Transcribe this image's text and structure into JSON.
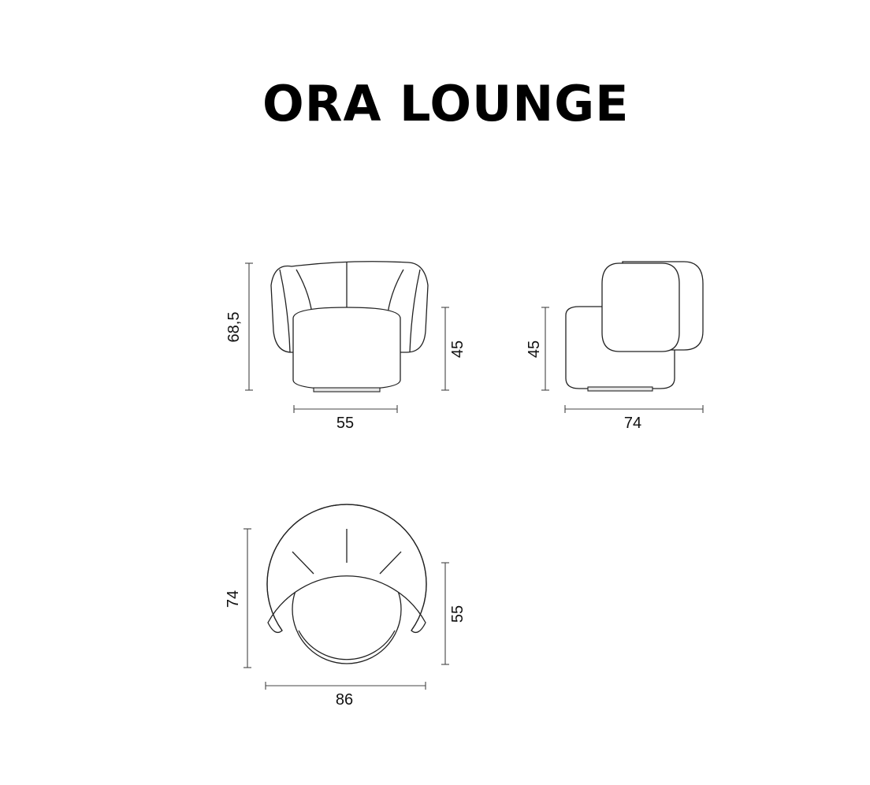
{
  "title": "ORA LOUNGE",
  "front_view": {
    "height_total": "68,5",
    "seat_height": "45",
    "width": "55"
  },
  "side_view": {
    "seat_height": "45",
    "depth": "74"
  },
  "top_view": {
    "depth": "74",
    "seat_depth": "55",
    "width": "86"
  }
}
